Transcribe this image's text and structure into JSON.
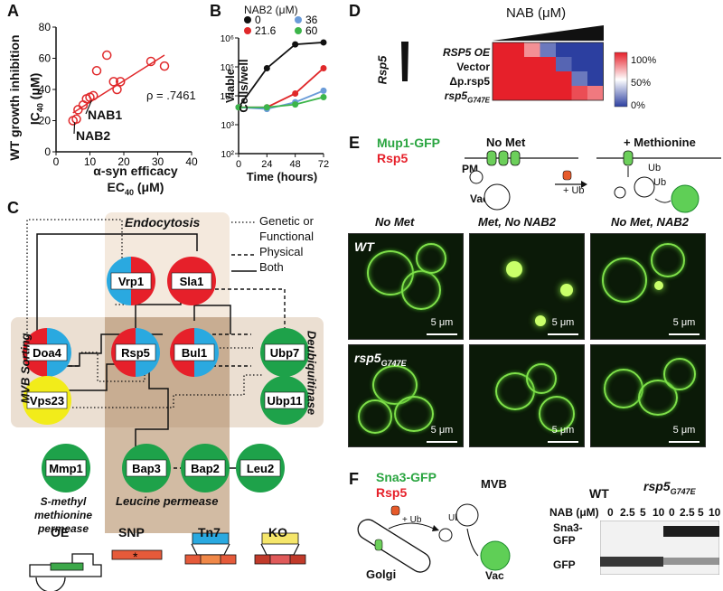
{
  "panels": {
    "A": "A",
    "B": "B",
    "C": "C",
    "D": "D",
    "E": "E",
    "F": "F"
  },
  "panelA": {
    "ylabel": "WT growth inhibition",
    "ylabel2": "IC",
    "ylabel2_sub": "40",
    "ylabel2_unit": " (μM)",
    "xlabel": "α-syn efficacy",
    "xlabel2": "EC",
    "xlabel2_sub": "40",
    "xlabel2_unit": " (μM)",
    "rho": "ρ = .7461",
    "callouts": [
      "NAB1",
      "NAB2"
    ],
    "xticks": [
      "0",
      "10",
      "20",
      "30",
      "40"
    ],
    "yticks": [
      "0",
      "20",
      "40",
      "60",
      "80"
    ],
    "color": "#e0282a"
  },
  "panelB": {
    "ylabel": "Viable Cells/well",
    "xlabel": "Time (hours)",
    "legend_title": "NAB2 (μM)",
    "xticks": [
      "0",
      "24",
      "48",
      "72"
    ],
    "yticks": [
      "10²",
      "10³",
      "10⁴",
      "10⁵",
      "10⁶"
    ]
  },
  "chart_data": [
    {
      "type": "scatter",
      "title": "",
      "xlabel": "α-syn efficacy EC40 (μM)",
      "ylabel": "WT growth inhibition IC40 (μM)",
      "xlim": [
        0,
        40
      ],
      "ylim": [
        0,
        80
      ],
      "series": [
        {
          "x": [
            5,
            6,
            6.5,
            8,
            9,
            10,
            11,
            12,
            15,
            17,
            18,
            19,
            28,
            32
          ],
          "y": [
            20,
            21,
            27,
            30,
            34,
            35,
            36,
            52,
            62,
            45,
            40,
            45,
            58,
            55
          ]
        }
      ],
      "trendline": {
        "x": [
          5,
          32
        ],
        "y": [
          25,
          62
        ]
      },
      "annotations": [
        "ρ = .7461",
        "NAB1",
        "NAB2"
      ]
    },
    {
      "type": "line",
      "title": "",
      "xlabel": "Time (hours)",
      "ylabel": "Viable Cells/well",
      "x": [
        0,
        24,
        48,
        72
      ],
      "log_y": true,
      "ylim": [
        100,
        1000000
      ],
      "legend_title": "NAB2 (μM)",
      "series": [
        {
          "name": "0",
          "color": "#111111",
          "values": [
            4000,
            90000,
            600000,
            700000
          ]
        },
        {
          "name": "21.6",
          "color": "#e0282a",
          "values": [
            4000,
            4000,
            12000,
            90000
          ]
        },
        {
          "name": "36",
          "color": "#6a9bd8",
          "values": [
            4000,
            3500,
            6000,
            15000
          ]
        },
        {
          "name": "60",
          "color": "#3cb54a",
          "values": [
            4000,
            4000,
            5000,
            9000
          ]
        }
      ]
    },
    {
      "type": "heatmap",
      "title": "NAB (μM)",
      "rows": [
        "RSP5 OE",
        "Vector",
        "Δp.rsp5",
        "rsp5G747E"
      ],
      "columns": 7,
      "values": [
        [
          100,
          100,
          75,
          15,
          0,
          0,
          0
        ],
        [
          100,
          100,
          100,
          100,
          10,
          0,
          0
        ],
        [
          100,
          100,
          100,
          100,
          100,
          15,
          0
        ],
        [
          100,
          100,
          100,
          100,
          100,
          90,
          80
        ]
      ],
      "scale": [
        "100%",
        "50%",
        "0%"
      ]
    }
  ],
  "panelC": {
    "legend": {
      "genetic": "Genetic or",
      "functional": "Functional",
      "physical": "Physical",
      "both": "Both"
    },
    "regions": {
      "endocytosis": "Endocytosis",
      "mvb": "MVB Sorting",
      "deubiq": "Deubiquitinase",
      "leucine": "Leucine permease"
    },
    "mmp1_label1": "S-methyl",
    "mmp1_label2": "methionine",
    "mmp1_label3": "permease",
    "nodes": [
      "Vrp1",
      "Sla1",
      "Doa4",
      "Vps23",
      "Rsp5",
      "Bul1",
      "Ubp7",
      "Ubp11",
      "Mmp1",
      "Bap3",
      "Bap2",
      "Leu2"
    ],
    "keys": [
      "OE",
      "SNP",
      "Tn7",
      "KO"
    ],
    "colors": {
      "red": "#e6202a",
      "blue": "#2aa9e0",
      "green": "#1ea24a",
      "yellow": "#f2ec1a"
    }
  },
  "panelD": {
    "title": "NAB (μM)",
    "side": "Rsp5",
    "rows": [
      "RSP5 OE",
      "Vector",
      "Δp.rsp5",
      "rsp5"
    ],
    "row4_sub": "G747E",
    "scale": [
      "100%",
      "50%",
      "0%"
    ]
  },
  "panelE": {
    "legend1": "Mup1-GFP",
    "legend2": "Rsp5",
    "no_met": "No Met",
    "methionine": "+ Methionine",
    "pm": "PM",
    "vac": "Vac",
    "ub": "+ Ub",
    "ub1": "Ub",
    "ub2": "Ub",
    "cols": [
      "No Met",
      "Met, No NAB2",
      "No Met, NAB2"
    ],
    "rows": [
      "WT",
      "rsp5"
    ],
    "row2_sub": "G747E",
    "scalebar": "5 μm"
  },
  "panelF": {
    "legend1": "Sna3-GFP",
    "legend2": "Rsp5",
    "mvb": "MVB",
    "golgi": "Golgi",
    "vac": "Vac",
    "ub": "+ Ub",
    "ub2": "Ub",
    "wt": "WT",
    "mut": "rsp5",
    "mut_sub": "G747E",
    "nab": "NAB (μM)",
    "lanes": [
      "0",
      "2.5",
      "5",
      "10",
      "0",
      "2.5",
      "5",
      "10"
    ],
    "band1a": "Sna3-",
    "band1b": "GFP",
    "band2": "GFP"
  }
}
